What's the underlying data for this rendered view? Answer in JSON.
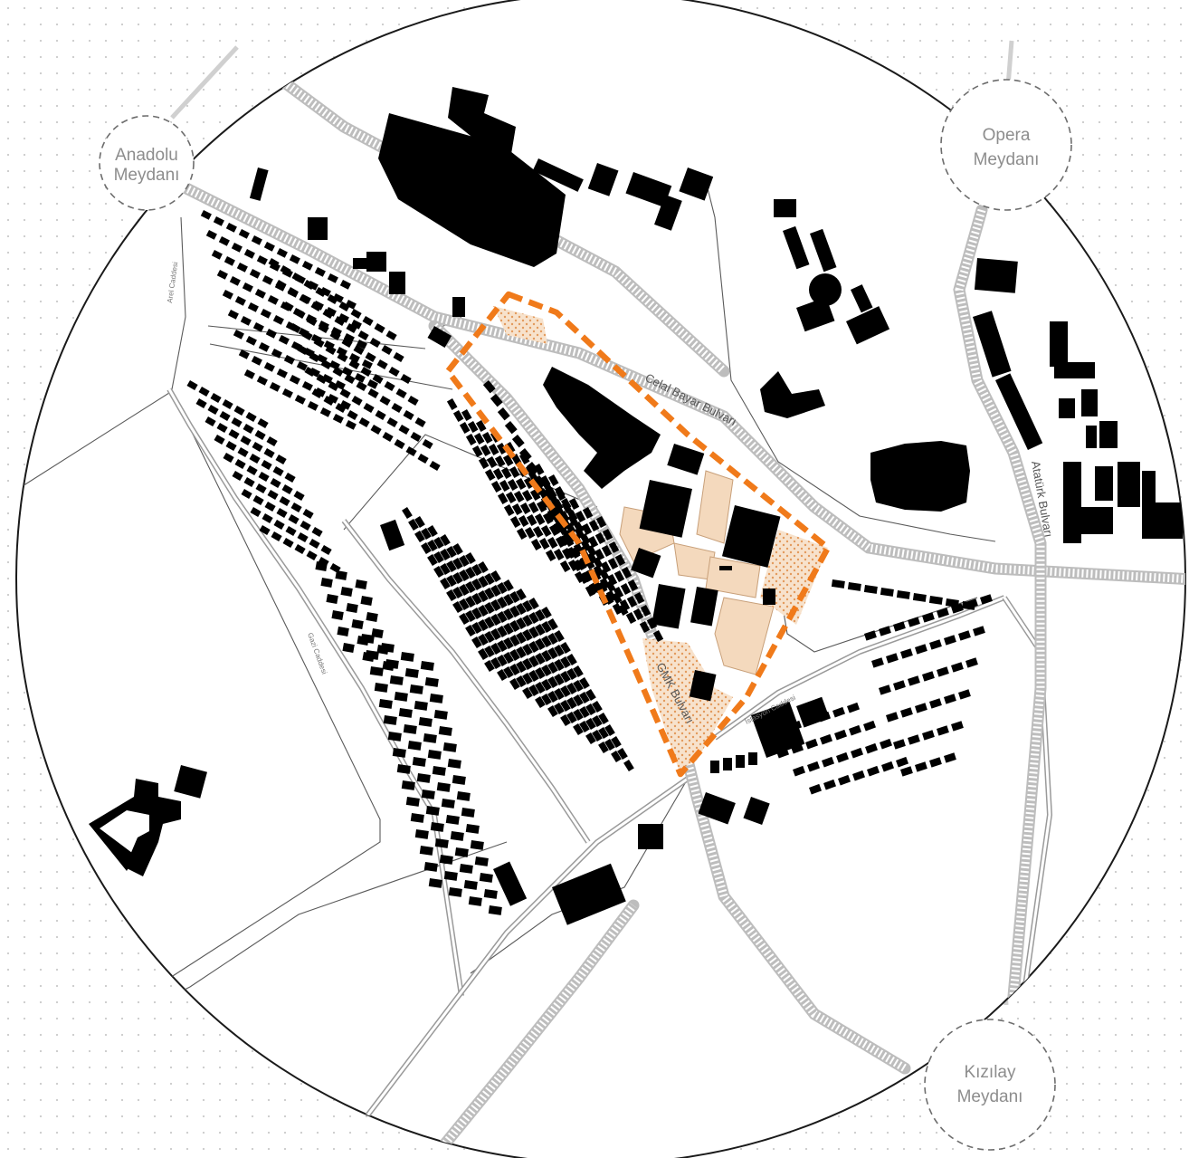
{
  "colors": {
    "buildings": "#000000",
    "roads": "#9a9a9a",
    "study_area_outline": "#f07a1a",
    "open_space_fill": "#f4d9bd"
  },
  "squares": {
    "anadolu": "Anadolu Meydanı",
    "anadolu_line1": "Anadolu",
    "anadolu_line2": "Meydanı",
    "opera_line1": "Opera",
    "opera_line2": "Meydanı",
    "kizilay_line1": "Kızılay",
    "kizilay_line2": "Meydanı"
  },
  "streets": {
    "celal_bayar": "Celal Bayar Bulvarı",
    "ataturk": "Atatürk Bulvarı",
    "gmk": "GMK Bulvarı",
    "gazi": "Gazi Caddesi",
    "arel": "Arel Caddesi",
    "ist": "İstasyon Caddesi"
  }
}
